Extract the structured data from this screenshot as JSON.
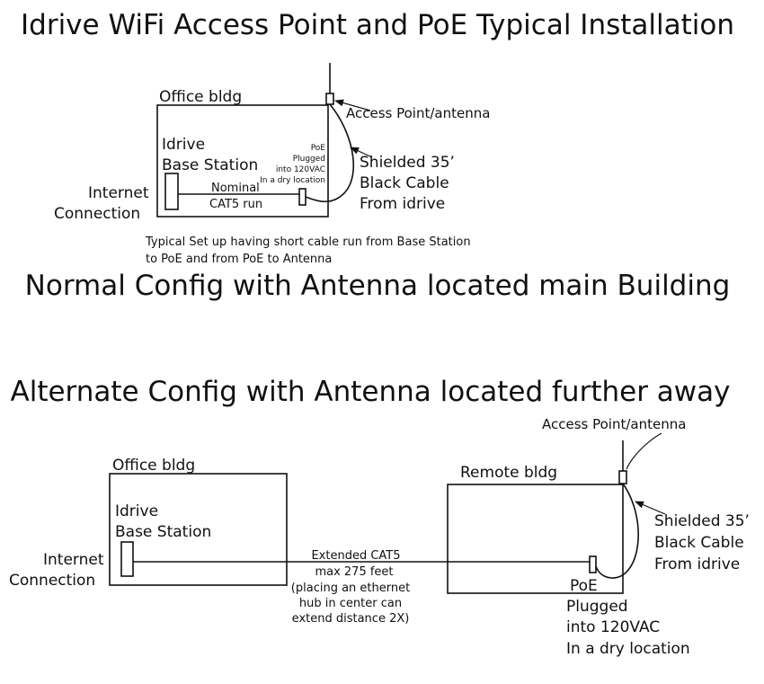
{
  "title": "Idrive WiFi Access Point and PoE Typical Installation",
  "normal": {
    "office_label": "Office bldg",
    "base_station": [
      "Idrive",
      "Base Station"
    ],
    "internet": [
      "Internet",
      "Connection"
    ],
    "cable_run": [
      "Nominal",
      "CAT5 run"
    ],
    "poe_note": [
      "PoE",
      "Plugged",
      "into 120VAC",
      "In a dry location"
    ],
    "access_point": "Access Point/antenna",
    "shielded": [
      "Shielded 35’",
      "Black Cable",
      "From idrive"
    ],
    "typical_note": [
      "Typical Set up having short cable run from Base Station",
      "to PoE and from PoE to Antenna"
    ],
    "heading": "Normal Config with Antenna located main Building"
  },
  "alternate": {
    "heading": "Alternate Config with Antenna located further away",
    "access_point": "Access Point/antenna",
    "office_label": "Office bldg",
    "remote_label": "Remote bldg",
    "base_station": [
      "Idrive",
      "Base Station"
    ],
    "internet": [
      "Internet",
      "Connection"
    ],
    "extended": [
      "Extended CAT5",
      "max 275 feet",
      "(placing an ethernet",
      "hub in center can",
      "extend distance 2X)"
    ],
    "shielded": [
      "Shielded 35’",
      "Black Cable",
      "From idrive"
    ],
    "poe": [
      "PoE",
      "Plugged",
      "into 120VAC",
      "In a dry location"
    ]
  }
}
